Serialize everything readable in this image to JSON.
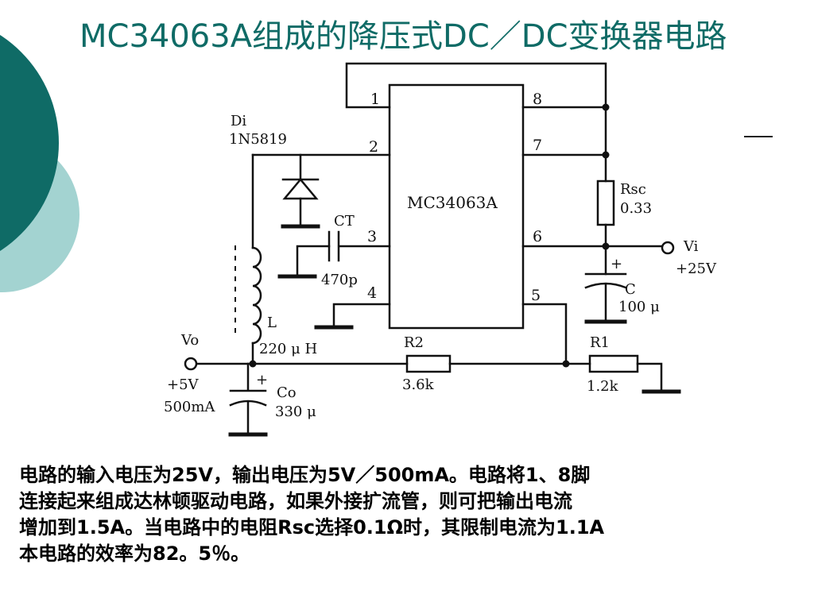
{
  "slide": {
    "title": "MC34063A组成的降压式DC／DC变换器电路",
    "colors": {
      "accent_dark": "#0f6b66",
      "accent_light": "#a3d3d1",
      "title": "#0f6b66"
    },
    "marker": "—"
  },
  "circuit": {
    "ic_label": "MC34063A",
    "pins": [
      "1",
      "2",
      "3",
      "4",
      "5",
      "6",
      "7",
      "8"
    ],
    "diode": {
      "name": "Di",
      "part": "1N5819"
    },
    "ct": {
      "name": "CT",
      "value": "470p"
    },
    "inductor": {
      "name": "L",
      "value": "220 μ H"
    },
    "output": {
      "name": "Vo",
      "voltage": "+5V",
      "current": "500mA"
    },
    "co": {
      "name": "Co",
      "value": "330 μ"
    },
    "r2": {
      "name": "R2",
      "value": "3.6k"
    },
    "r1": {
      "name": "R1",
      "value": "1.2k"
    },
    "rsc": {
      "name": "Rsc",
      "value": "0.33"
    },
    "input": {
      "name": "Vi",
      "voltage": "+25V"
    },
    "cin": {
      "name": "C",
      "value": "100 μ"
    },
    "plus": "+"
  },
  "description": {
    "lines": [
      "电路的输入电压为25V，输出电压为5V／500mA。电路将1、8脚",
      "连接起来组成达林顿驱动电路，如果外接扩流管，则可把输出电流",
      "增加到1.5A。当电路中的电阻Rsc选择0.1Ω时，其限制电流为1.1A",
      "本电路的效率为82。5％。"
    ]
  }
}
